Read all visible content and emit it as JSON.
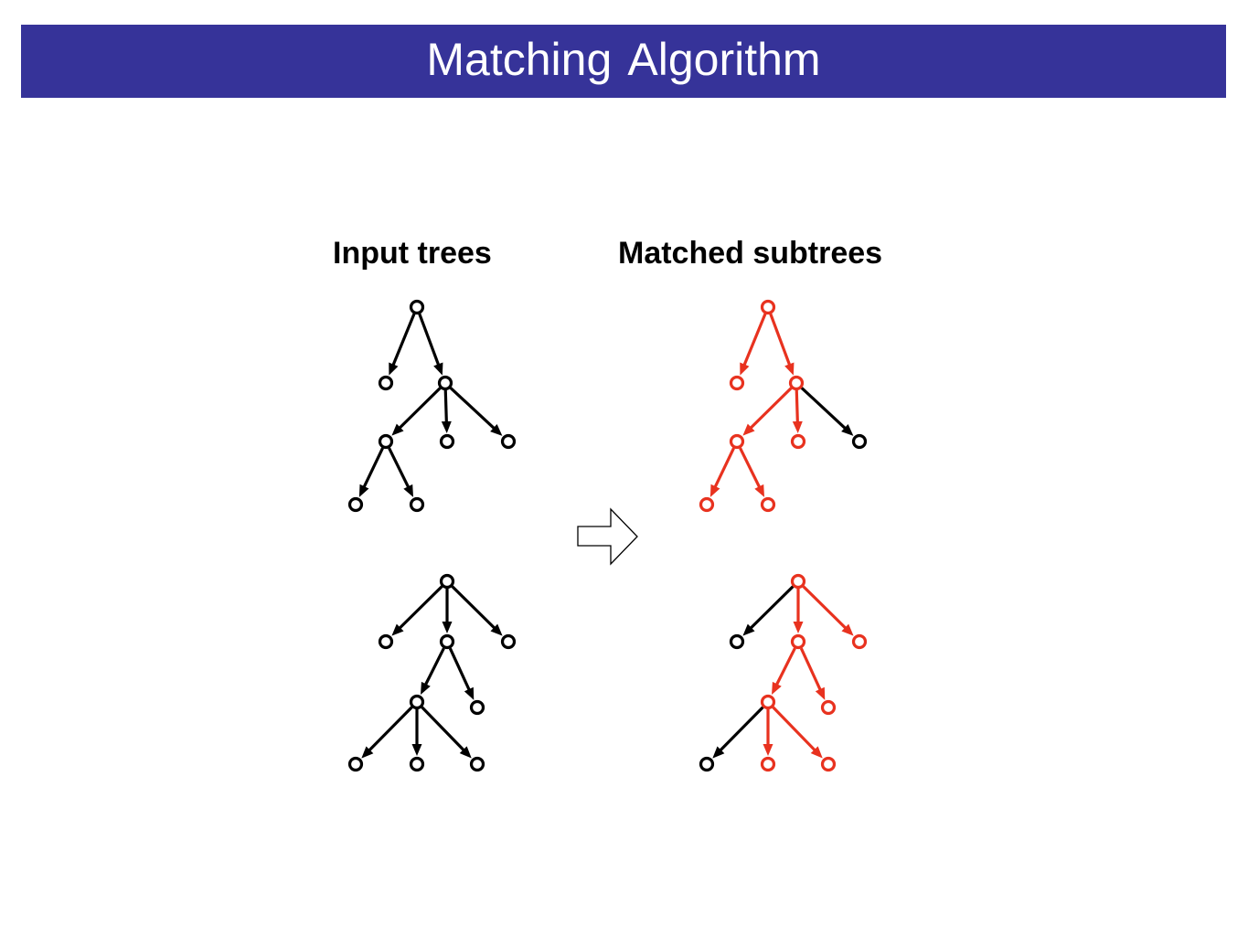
{
  "title": "Matching Algorithm",
  "labels": {
    "input": "Input trees",
    "matched": "Matched subtrees"
  },
  "colors": {
    "title_bar": "#363399",
    "title_text": "#ffffff",
    "default": "#000000",
    "matched": "#e8321f"
  },
  "icons": {
    "transform": "right-arrow-outline-icon"
  },
  "trees": [
    {
      "name": "tree-1",
      "nodes": [
        "a",
        "b",
        "c",
        "d",
        "e",
        "f",
        "g",
        "h"
      ],
      "edges": [
        [
          "a",
          "b"
        ],
        [
          "a",
          "c"
        ],
        [
          "c",
          "d"
        ],
        [
          "c",
          "e"
        ],
        [
          "c",
          "f"
        ],
        [
          "d",
          "g"
        ],
        [
          "d",
          "h"
        ]
      ],
      "matched_nodes": [
        "a",
        "b",
        "c",
        "d",
        "e",
        "g",
        "h"
      ],
      "matched_edges": [
        [
          "a",
          "b"
        ],
        [
          "a",
          "c"
        ],
        [
          "c",
          "d"
        ],
        [
          "c",
          "e"
        ],
        [
          "d",
          "g"
        ],
        [
          "d",
          "h"
        ]
      ]
    },
    {
      "name": "tree-2",
      "nodes": [
        "a",
        "b",
        "c",
        "d",
        "e",
        "f",
        "g",
        "h",
        "i"
      ],
      "edges": [
        [
          "a",
          "b"
        ],
        [
          "a",
          "c"
        ],
        [
          "a",
          "d"
        ],
        [
          "c",
          "e"
        ],
        [
          "c",
          "f"
        ],
        [
          "e",
          "g"
        ],
        [
          "e",
          "h"
        ],
        [
          "e",
          "i"
        ]
      ],
      "matched_nodes": [
        "a",
        "c",
        "d",
        "e",
        "f",
        "h",
        "i"
      ],
      "matched_edges": [
        [
          "a",
          "c"
        ],
        [
          "a",
          "d"
        ],
        [
          "c",
          "e"
        ],
        [
          "c",
          "f"
        ],
        [
          "e",
          "h"
        ],
        [
          "e",
          "i"
        ]
      ]
    }
  ]
}
